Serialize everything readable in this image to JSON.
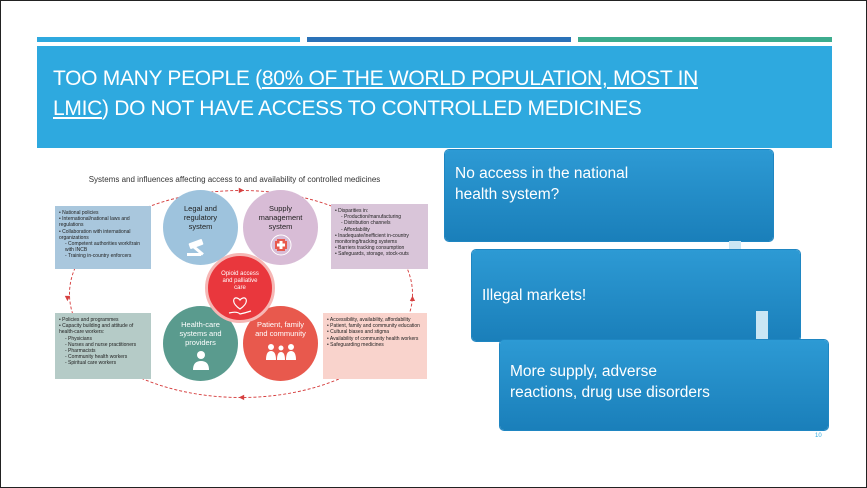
{
  "slide": {
    "title_line1_pre": "TOO MANY PEOPLE (",
    "title_line1_link": "80% OF THE WORLD POPULATION, MOST IN",
    "title_line2_link": "LMIC",
    "title_line2_post": ") DO NOT HAVE ACCESS TO CONTROLLED MEDICINES",
    "page_number": "10"
  },
  "infographic": {
    "title": "Systems and influences affecting access to and availability of controlled medicines",
    "center": "Opioid access and palliative care",
    "circles": {
      "legal": "Legal and regulatory system",
      "supply": "Supply management system",
      "health": "Health-care systems and providers",
      "patient": "Patient, family and community"
    },
    "top_left_items": [
      "• National policies",
      "• International/national laws and regulations",
      "• Collaboration with international organizations",
      "  - Competent authorities work/train with INCB",
      "  - Training in-country enforcers"
    ],
    "top_right_items": [
      "• Disparities in:",
      "  - Production/manufacturing",
      "  - Distribution channels",
      "  - Affordability",
      "• Inadequate/inefficient in-country monitoring/tracking systems",
      "• Barriers tracking consumption",
      "• Safeguards, storage, stock-outs"
    ],
    "bottom_left_items": [
      "• Policies and programmes",
      "• Capacity building and attitude of health-care workers:",
      "  - Physicians",
      "  - Nurses and nurse practitioners",
      "  - Pharmacists",
      "  - Community health workers",
      "  - Spiritual care workers"
    ],
    "bottom_right_items": [
      "• Accessibility, availability, affordability",
      "• Patient, family and community education",
      "• Cultural biases and stigma",
      "• Availability of community health workers",
      "• Safeguarding medicines"
    ]
  },
  "process": {
    "step1_line1": "No access in the national",
    "step1_line2": "health system?",
    "step2": "Illegal markets!",
    "step3_line1": "More supply, adverse",
    "step3_line2": "reactions, drug use disorders"
  },
  "colors": {
    "accent_blue": "#2ea9df",
    "dark_blue": "#2a72b8",
    "teal": "#3dac8e"
  }
}
